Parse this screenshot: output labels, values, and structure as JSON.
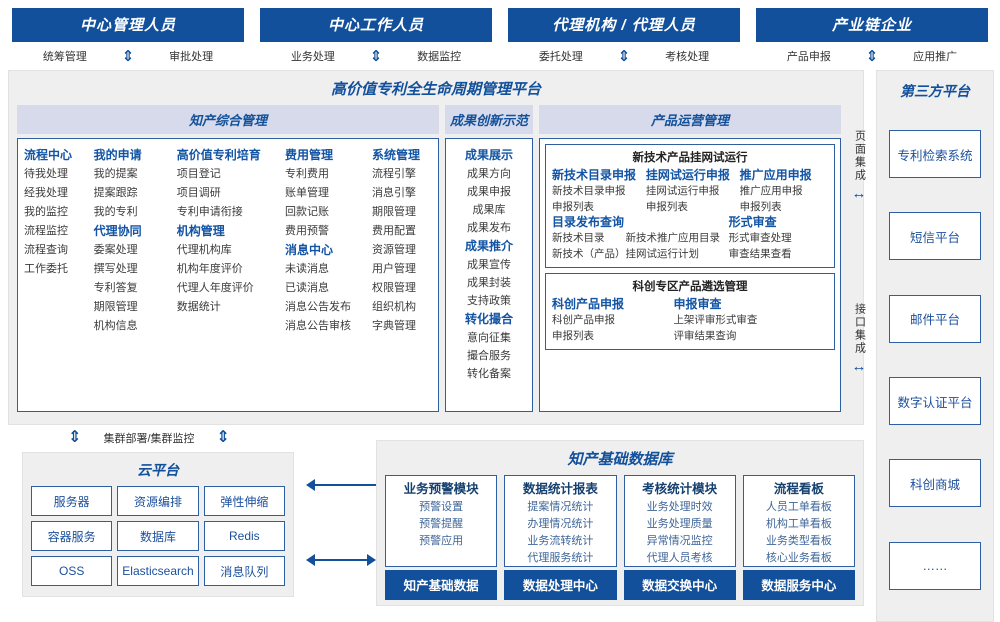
{
  "roles": [
    {
      "title": "中心管理人员",
      "left": "统筹管理",
      "right": "审批处理"
    },
    {
      "title": "中心工作人员",
      "left": "业务处理",
      "right": "数据监控"
    },
    {
      "title": "代理机构 / 代理人员",
      "left": "委托处理",
      "right": "考核处理"
    },
    {
      "title": "产业链企业",
      "left": "产品申报",
      "right": "应用推广"
    }
  ],
  "arrows": {
    "up_down": "⇕",
    "left_right": "↔"
  },
  "platform": {
    "title": "高价值专利全生命周期管理平台",
    "groups": {
      "izh": {
        "title": "知产综合管理",
        "columns": [
          {
            "blocks": [
              {
                "head": "流程中心",
                "items": [
                  "待我处理",
                  "经我处理",
                  "我的监控",
                  "流程监控",
                  "流程查询",
                  "工作委托"
                ]
              }
            ]
          },
          {
            "blocks": [
              {
                "head": "我的申请",
                "items": [
                  "我的提案",
                  "提案跟踪",
                  "我的专利"
                ]
              },
              {
                "head": "代理协同",
                "items": [
                  "委案处理",
                  "撰写处理",
                  "专利答复",
                  "期限管理",
                  "机构信息"
                ]
              }
            ]
          },
          {
            "blocks": [
              {
                "head": "高价值专利培育",
                "items": [
                  "项目登记",
                  "项目调研",
                  "专利申请衔接"
                ]
              },
              {
                "head": "机构管理",
                "items": [
                  "代理机构库",
                  "机构年度评价",
                  "代理人年度评价",
                  "数据统计"
                ]
              }
            ]
          },
          {
            "blocks": [
              {
                "head": "费用管理",
                "items": [
                  "专利费用",
                  "账单管理",
                  "回款记账",
                  "费用预警"
                ]
              },
              {
                "head": "消息中心",
                "items": [
                  "未读消息",
                  "已读消息",
                  "消息公告发布",
                  "消息公告审核"
                ]
              }
            ]
          },
          {
            "blocks": [
              {
                "head": "系统管理",
                "items": [
                  "流程引擎",
                  "消息引擎",
                  "期限管理",
                  "费用配置",
                  "资源管理",
                  "用户管理",
                  "权限管理",
                  "组织机构",
                  "字典管理"
                ]
              }
            ]
          }
        ]
      },
      "achievement": {
        "title": "成果创新示范",
        "blocks": [
          {
            "head": "成果展示",
            "items": [
              "成果方向",
              "成果申报",
              "成果库",
              "成果发布"
            ]
          },
          {
            "head": "成果推介",
            "items": [
              "成果宣传",
              "成果封装",
              "支持政策"
            ]
          },
          {
            "head": "转化撮合",
            "items": [
              "意向征集",
              "撮合服务",
              "转化备案"
            ]
          }
        ]
      },
      "product": {
        "title": "产品运营管理",
        "subs": [
          {
            "title": "新技术产品挂网试运行",
            "rows": [
              {
                "cols": [
                  {
                    "head": "新技术目录申报",
                    "items": [
                      "新技术目录申报",
                      "申报列表"
                    ],
                    "width": "34%"
                  },
                  {
                    "head": "挂网试运行申报",
                    "items": [
                      "挂网试运行申报",
                      "申报列表"
                    ],
                    "width": "34%"
                  },
                  {
                    "head": "推广应用申报",
                    "items": [
                      "推广应用申报",
                      "申报列表"
                    ],
                    "width": "32%"
                  }
                ]
              },
              {
                "cols": [
                  {
                    "head": "目录发布查询",
                    "items": [
                      "新技术目录　　新技术推广应用目录",
                      "新技术（产品）挂网试运行计划"
                    ],
                    "width": "64%"
                  },
                  {
                    "head": "形式审查",
                    "items": [
                      "形式审查处理",
                      "审查结果查看"
                    ],
                    "width": "36%"
                  }
                ]
              }
            ]
          },
          {
            "title": "科创专区产品遴选管理",
            "rows": [
              {
                "cols": [
                  {
                    "head": "科创产品申报",
                    "items": [
                      "科创产品申报",
                      "申报列表"
                    ],
                    "width": "44%"
                  },
                  {
                    "head": "申报审查",
                    "items": [
                      "上架评审形式审查",
                      "评审结果查询"
                    ],
                    "width": "56%"
                  }
                ]
              }
            ]
          }
        ]
      }
    }
  },
  "integration": [
    {
      "label": "页面集成"
    },
    {
      "label": "接口集成"
    }
  ],
  "third_party": {
    "title": "第三方平台",
    "items": [
      "专利检索系统",
      "短信平台",
      "邮件平台",
      "数字认证平台",
      "科创商城",
      "……"
    ]
  },
  "cluster": {
    "label": "集群部署/集群监控"
  },
  "cloud": {
    "title": "云平台",
    "cells": [
      "服务器",
      "资源编排",
      "弹性伸缩",
      "容器服务",
      "数据库",
      "Redis",
      "OSS",
      "Elasticsearch",
      "消息队列"
    ]
  },
  "database": {
    "title": "知产基础数据库",
    "columns": [
      {
        "head": "业务预警模块",
        "items": [
          "预警设置",
          "预警提醒",
          "预警应用"
        ],
        "foot": "知产基础数据"
      },
      {
        "head": "数据统计报表",
        "items": [
          "提案情况统计",
          "办理情况统计",
          "业务流转统计",
          "代理服务统计"
        ],
        "foot": "数据处理中心"
      },
      {
        "head": "考核统计模块",
        "items": [
          "业务处理时效",
          "业务处理质量",
          "异常情况监控",
          "代理人员考核"
        ],
        "foot": "数据交换中心"
      },
      {
        "head": "流程看板",
        "items": [
          "人员工单看板",
          "机构工单看板",
          "业务类型看板",
          "核心业务看板"
        ],
        "foot": "数据服务中心"
      }
    ]
  }
}
